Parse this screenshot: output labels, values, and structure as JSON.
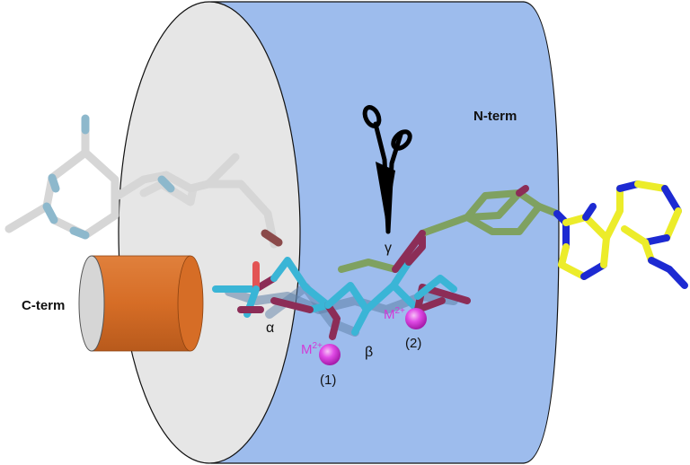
{
  "labels": {
    "n_term": "N-term",
    "c_term": "C-term",
    "alpha": "α",
    "beta": "β",
    "gamma": "γ",
    "metal_1": "M",
    "metal_1_charge": "2+",
    "metal_1_index": "(1)",
    "metal_2": "M",
    "metal_2_charge": "2+",
    "metal_2_index": "(2)"
  },
  "colors": {
    "barrel_side": "#9dbced",
    "barrel_face": "#e6e6e6",
    "c_term_cylinder": "#d9712d",
    "metal_sphere": "#e04be6",
    "adenine_carbon": "#ecec2a",
    "adenine_nitrogen": "#1d2ad2",
    "ribose_carbon": "#7fa161",
    "phosphate_oxygen": "#8c2d57",
    "phosphate_carbon": "#3ab5d6",
    "ligand_carbon": "#d6d6d6",
    "ligand_nitrogen": "#8db8cc"
  },
  "icons": {
    "cleavage": "scissors-icon"
  }
}
